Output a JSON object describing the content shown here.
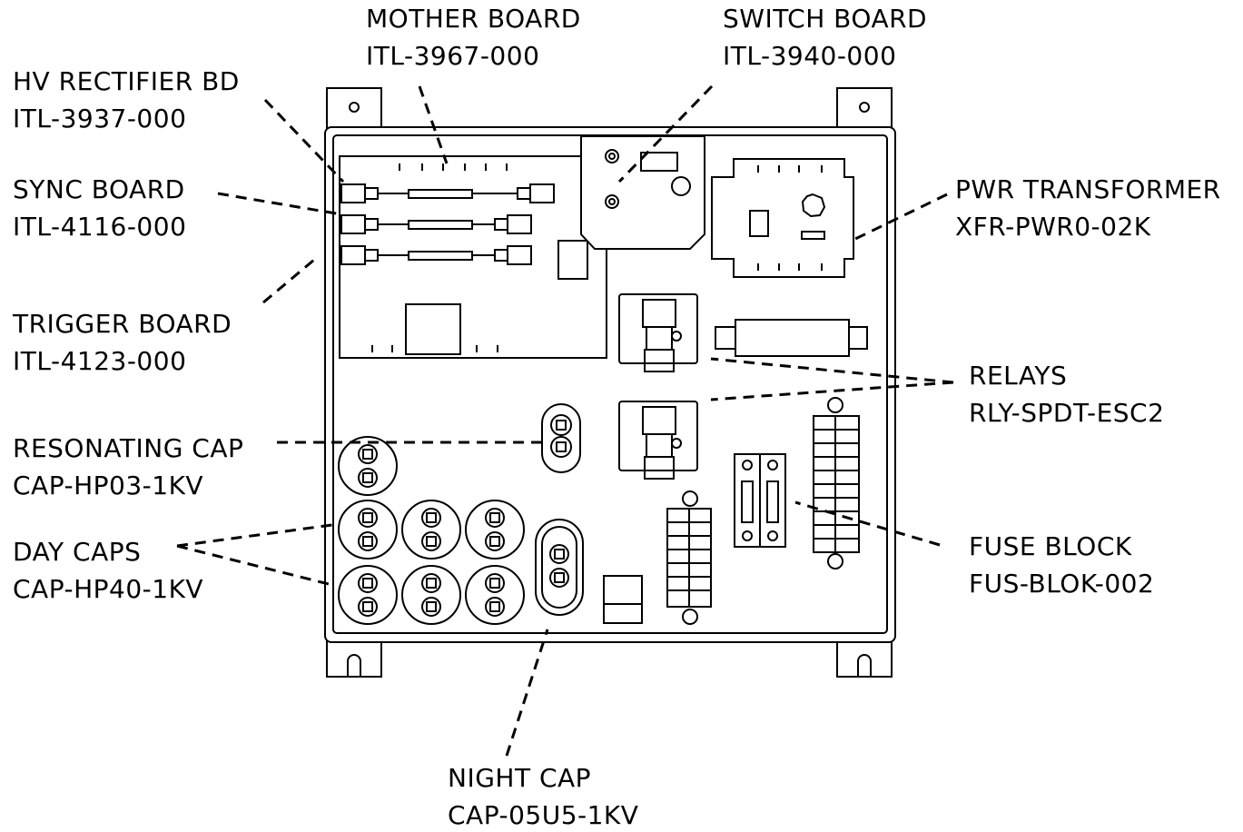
{
  "callouts": {
    "mother_board": {
      "name": "MOTHER BOARD",
      "part": "ITL-3967-000"
    },
    "switch_board": {
      "name": "SWITCH BOARD",
      "part": "ITL-3940-000"
    },
    "hv_rectifier": {
      "name": "HV RECTIFIER BD",
      "part": "ITL-3937-000"
    },
    "sync_board": {
      "name": "SYNC BOARD",
      "part": "ITL-4116-000"
    },
    "trigger_board": {
      "name": "TRIGGER BOARD",
      "part": "ITL-4123-000"
    },
    "resonating_cap": {
      "name": "RESONATING CAP",
      "part": "CAP-HP03-1KV"
    },
    "day_caps": {
      "name": "DAY CAPS",
      "part": "CAP-HP40-1KV"
    },
    "pwr_transformer": {
      "name": "PWR TRANSFORMER",
      "part": "XFR-PWR0-02K"
    },
    "relays": {
      "name": "RELAYS",
      "part": "RLY-SPDT-ESC2"
    },
    "fuse_block": {
      "name": "FUSE BLOCK",
      "part": "FUS-BLOK-002"
    },
    "night_cap": {
      "name": "NIGHT CAP",
      "part": "CAP-05U5-1KV"
    }
  },
  "colors": {
    "ink": "#000000",
    "paper": "#ffffff",
    "panel": "#f7f7f7"
  }
}
